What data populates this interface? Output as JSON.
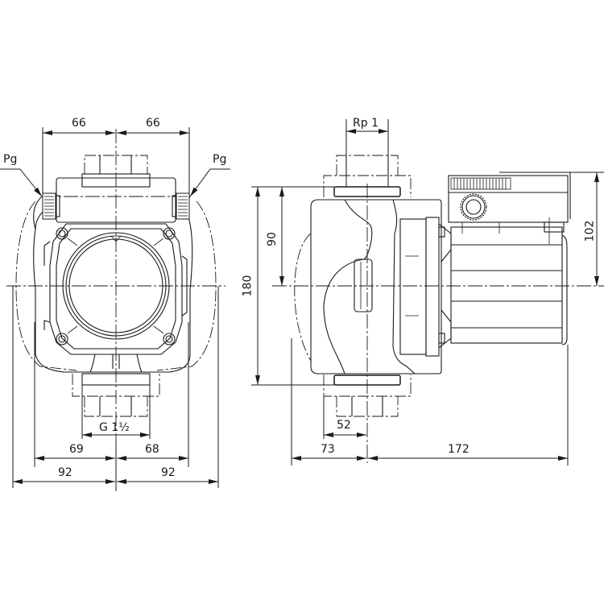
{
  "drawing": {
    "type": "pump dimension drawing",
    "views": [
      "front-view",
      "side-view"
    ],
    "line_color": "#1a1a1a",
    "background": "#ffffff"
  },
  "front_view": {
    "pg_left": "Pg",
    "pg_right": "Pg",
    "dim_top_left": "66",
    "dim_top_right": "66",
    "thread": "G 1½",
    "dim_mid_left": "69",
    "dim_mid_right": "68",
    "dim_bottom_left": "92",
    "dim_bottom_right": "92"
  },
  "side_view": {
    "thread": "Rp 1",
    "dim_height_total": "180",
    "dim_height_half": "90",
    "dim_motor_height": "102",
    "dim_port_depth": "52",
    "dim_left_extent": "73",
    "dim_right_extent": "172"
  }
}
